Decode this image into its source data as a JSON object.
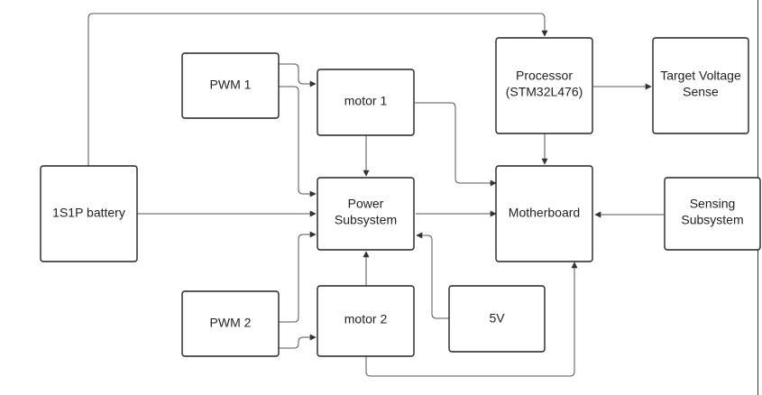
{
  "nodes": {
    "battery": {
      "lines": [
        "1S1P battery"
      ]
    },
    "pwm1": {
      "lines": [
        "PWM 1"
      ]
    },
    "pwm2": {
      "lines": [
        "PWM 2"
      ]
    },
    "motor1": {
      "lines": [
        "motor 1"
      ]
    },
    "motor2": {
      "lines": [
        "motor 2"
      ]
    },
    "power": {
      "lines": [
        "Power",
        "Subsystem"
      ]
    },
    "v5": {
      "lines": [
        "5V"
      ]
    },
    "processor": {
      "lines": [
        "Processor",
        "(STM32L476)"
      ]
    },
    "target": {
      "lines": [
        "Target Voltage",
        "Sense"
      ]
    },
    "mother": {
      "lines": [
        "Motherboard"
      ]
    },
    "sensing": {
      "lines": [
        "Sensing",
        "Subsystem"
      ]
    }
  }
}
